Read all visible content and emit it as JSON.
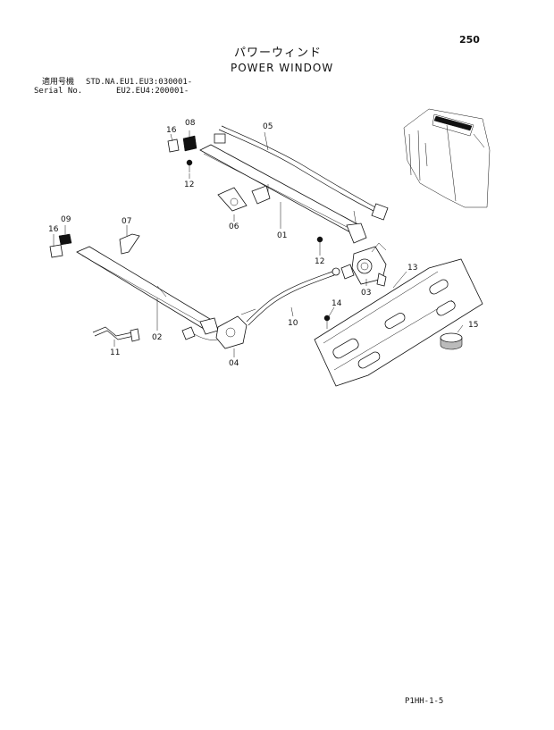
{
  "page": {
    "number": "250",
    "title_jp": "パワーウィンド",
    "title_en": "POWER WINDOW",
    "serial_label_jp": "適用号機",
    "serial_label_en": "Serial No.",
    "serial_line1": "STD.NA.EU1.EU3:030001-",
    "serial_line2": "EU2.EU4:200001-",
    "code": "P1HH-1-5"
  },
  "part_labels": [
    "01",
    "02",
    "03",
    "04",
    "05",
    "06",
    "07",
    "08",
    "09",
    "10",
    "11",
    "12",
    "12",
    "13",
    "14",
    "15",
    "16",
    "16"
  ]
}
